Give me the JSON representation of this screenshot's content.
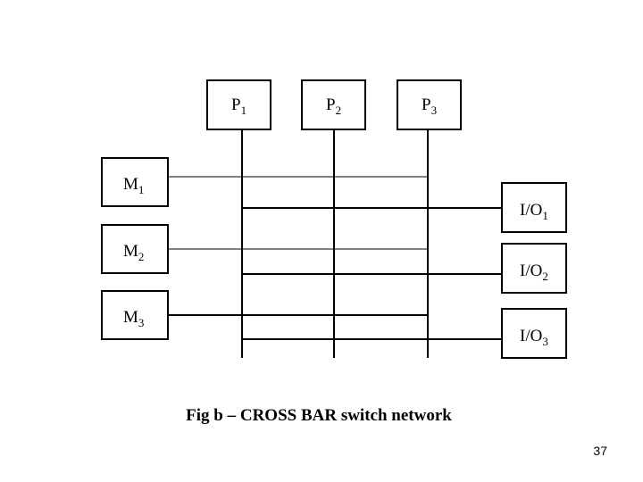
{
  "processors": [
    {
      "base": "P",
      "sub": "1"
    },
    {
      "base": "P",
      "sub": "2"
    },
    {
      "base": "P",
      "sub": "3"
    }
  ],
  "memories": [
    {
      "base": "M",
      "sub": "1"
    },
    {
      "base": "M",
      "sub": "2"
    },
    {
      "base": "M",
      "sub": "3"
    }
  ],
  "io_units": [
    {
      "base": "I/O",
      "sub": "1"
    },
    {
      "base": "I/O",
      "sub": "2"
    },
    {
      "base": "I/O",
      "sub": "3"
    }
  ],
  "caption": "Fig b – CROSS BAR switch network",
  "page_number": "37"
}
